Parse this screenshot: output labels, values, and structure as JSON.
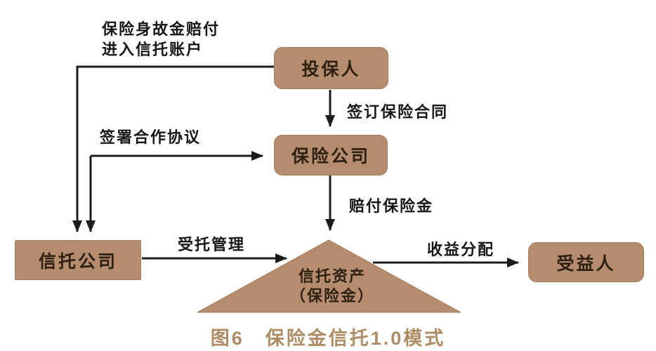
{
  "diagram": {
    "caption": "图6　保险金信托1.0模式",
    "nodes": {
      "policyholder": {
        "label": "投保人"
      },
      "insurance_company": {
        "label": "保险公司"
      },
      "trust_company": {
        "label": "信托公司"
      },
      "beneficiary": {
        "label": "受益人"
      },
      "trust_assets": {
        "label_line1": "信托资产",
        "label_line2": "（保险金）"
      }
    },
    "edge_labels": {
      "death_benefit": {
        "line1": "保险身故金赔付",
        "line2": "进入信托账户"
      },
      "sign_insurance_contract": "签订保险合同",
      "sign_cooperation_agreement": "签署合作协议",
      "pay_insurance_benefit": "赔付保险金",
      "entrusted_management": "受托管理",
      "income_distribution": "收益分配"
    },
    "colors": {
      "background": "#ffffff",
      "node_fill": "#b58d6e",
      "node_border": "#a37e5c",
      "node_text": "#2e2012",
      "line": "#1c1c1c",
      "label_text": "#171717",
      "caption": "#ae8c66"
    }
  }
}
